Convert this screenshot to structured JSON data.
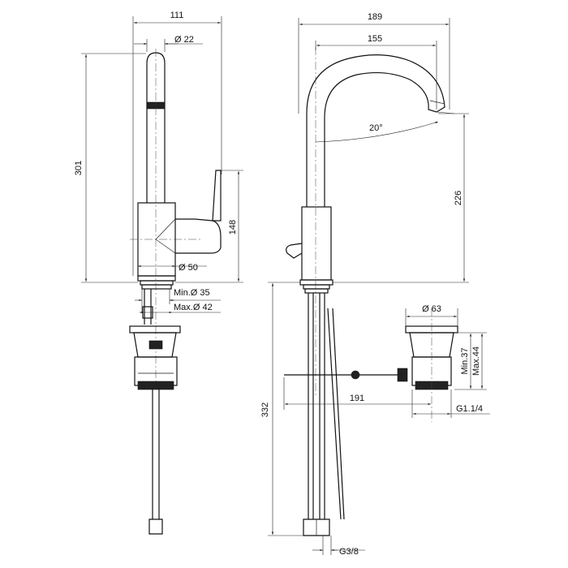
{
  "dimensions": {
    "left_width": "111",
    "spout_diameter": "Ø 22",
    "left_total_height": "301",
    "lever_height": "148",
    "body_diameter": "Ø 50",
    "hole_min": "Min.Ø 35",
    "hole_max": "Max.Ø 42",
    "right_total_width": "189",
    "spout_reach": "155",
    "spout_angle": "20°",
    "spout_height": "226",
    "waste_diameter": "Ø 63",
    "rod_length": "191",
    "waste_min": "Min.37",
    "waste_max": "Max.44",
    "waste_thread": "G1.1/4",
    "hose_length": "332",
    "hose_thread": "G3/8"
  }
}
